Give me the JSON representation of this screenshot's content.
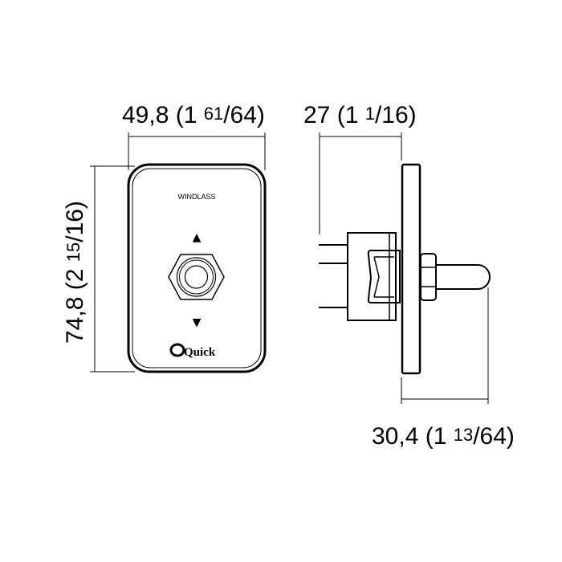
{
  "dimensions": {
    "width": {
      "main": "49,8 (1 ",
      "num": "61",
      "den": "/64)"
    },
    "height": {
      "main": "74,8 (2 ",
      "num": "15",
      "den": "/16)"
    },
    "depth": {
      "main": "27 (1 ",
      "num": "1",
      "den": "/16)"
    },
    "lever": {
      "main": "30,4 (1 ",
      "num": "13",
      "den": "/64)"
    }
  },
  "panel": {
    "label": "WINDLASS",
    "brand": "Quick",
    "up_symbol": "▲",
    "down_symbol": "▼"
  }
}
